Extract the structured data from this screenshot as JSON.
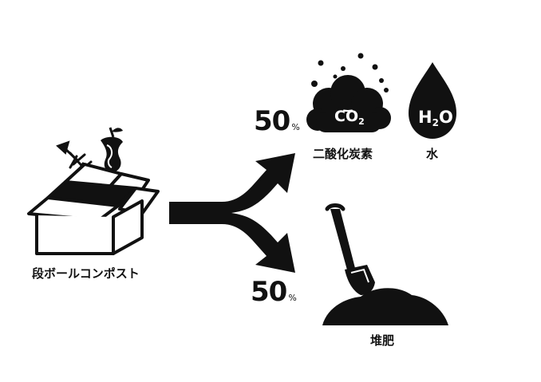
{
  "box_label": "段ボールコンポスト",
  "upper_branch": {
    "percent": "50",
    "unit": "%",
    "co2_symbol": "CO",
    "co2_subscript": "2",
    "co2_label": "二酸化炭素",
    "h2o_symbol_h": "H",
    "h2o_subscript": "2",
    "h2o_symbol_o": "O",
    "h2o_label": "水"
  },
  "lower_branch": {
    "percent": "50",
    "unit": "%",
    "label": "堆肥"
  },
  "colors": {
    "ink": "#111111",
    "background": "#ffffff"
  },
  "icons": [
    "cardboard-box-icon",
    "fish-bone-icon",
    "apple-core-icon",
    "split-arrow-icon",
    "cloud-icon",
    "water-drop-icon",
    "shovel-icon",
    "soil-mound-icon"
  ]
}
